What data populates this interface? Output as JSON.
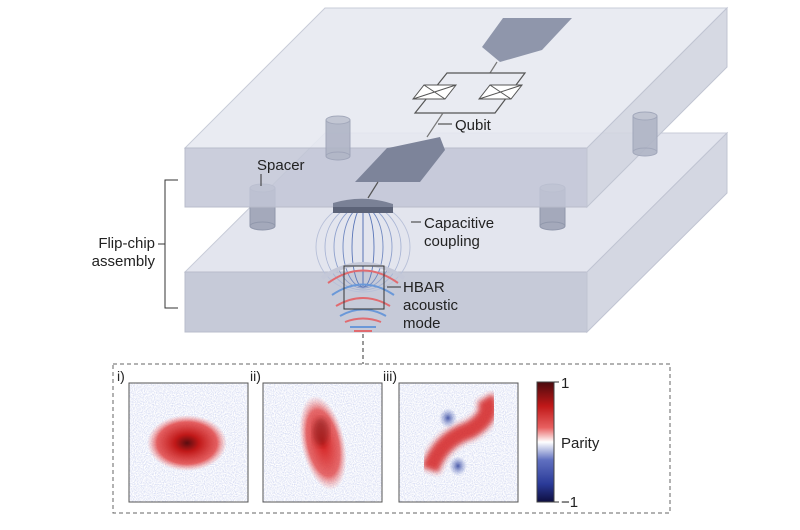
{
  "labels": {
    "qubit": "Qubit",
    "spacer": "Spacer",
    "capacitive_1": "Capacitive",
    "capacitive_2": "coupling",
    "hbar_1": "HBAR",
    "hbar_2": "acoustic",
    "hbar_3": "mode",
    "flipchip_1": "Flip-chip",
    "flipchip_2": "assembly"
  },
  "panels": [
    {
      "label": "i)"
    },
    {
      "label": "ii)"
    },
    {
      "label": "iii)"
    }
  ],
  "colorbar": {
    "title": "Parity",
    "max_label": "1",
    "min_label": "−1",
    "max_color": "#b01818",
    "mid_color": "#ffffff",
    "min_color": "#141450"
  }
}
